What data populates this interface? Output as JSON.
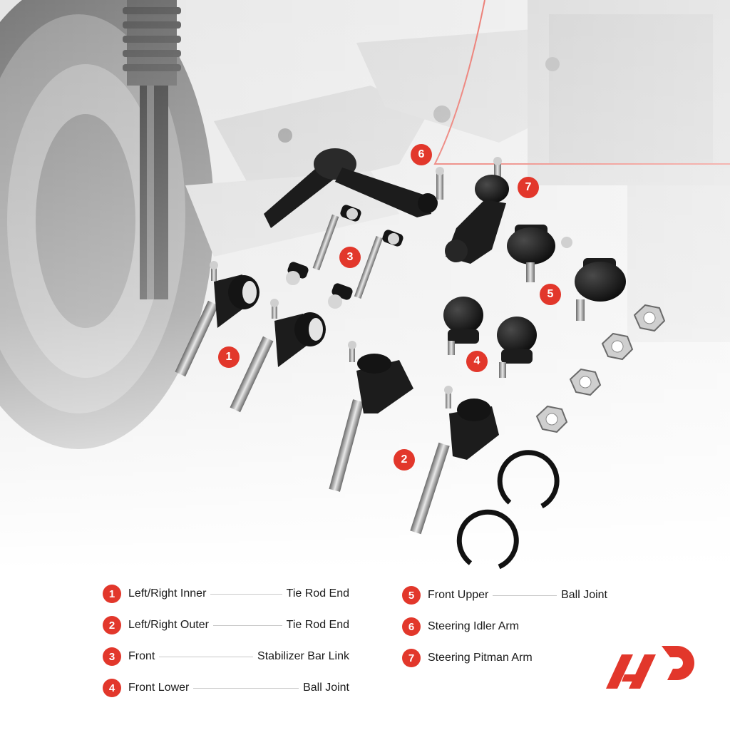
{
  "callouts": [
    "1",
    "2",
    "3",
    "4",
    "5",
    "6",
    "7"
  ],
  "legend": [
    {
      "num": "1",
      "left": "Left/Right Inner",
      "right": "Tie Rod End"
    },
    {
      "num": "2",
      "left": "Left/Right Outer",
      "right": "Tie Rod End"
    },
    {
      "num": "3",
      "left": "Front",
      "right": "Stabilizer Bar Link"
    },
    {
      "num": "4",
      "left": "Front Lower",
      "right": "Ball Joint"
    },
    {
      "num": "5",
      "left": "Front Upper",
      "right": "Ball Joint"
    },
    {
      "num": "6",
      "left": "Steering Idler Arm",
      "right": ""
    },
    {
      "num": "7",
      "left": "Steering Pitman Arm",
      "right": ""
    }
  ],
  "colors": {
    "accent": "#e2372b",
    "text": "#1a1a1a",
    "parts": "#1c1c1c",
    "chrome": "#d9d9d9"
  },
  "logo_icon": "a-premium-logo-icon"
}
